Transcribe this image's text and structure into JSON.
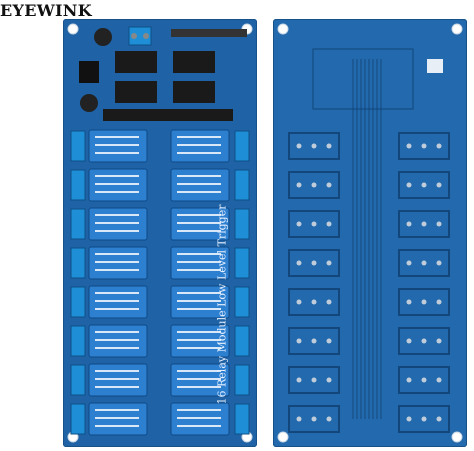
{
  "brand": "EYEWINK",
  "front_board": {
    "silkscreen": "16 Relay Module  Low Level Trigger",
    "relay_count": 16
  },
  "back_board": {
    "relay_count": 16
  },
  "colors": {
    "pcb": "#1f63a6",
    "relay": "#2d7fd0",
    "terminal": "#1e8fd6",
    "chip": "#1a1a1a"
  }
}
